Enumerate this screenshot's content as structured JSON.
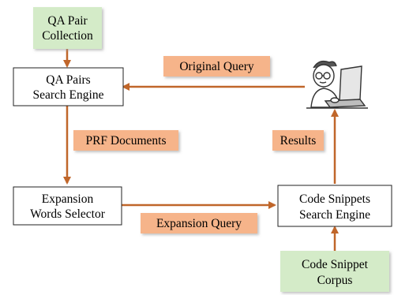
{
  "nodes": {
    "qa_pair_collection": {
      "line1": "QA Pair",
      "line2": "Collection"
    },
    "qa_pairs_search_engine": {
      "line1": "QA Pairs",
      "line2": "Search Engine"
    },
    "expansion_words_selector": {
      "line1": "Expansion",
      "line2": "Words Selector"
    },
    "code_snippets_search_engine": {
      "line1": "Code Snippets",
      "line2": "Search Engine"
    },
    "code_snippet_corpus": {
      "line1": "Code Snippet",
      "line2": "Corpus"
    },
    "user": {
      "icon": "user-at-laptop-icon"
    }
  },
  "edge_labels": {
    "original_query": "Original Query",
    "prf_documents": "PRF Documents",
    "results": "Results",
    "expansion_query": "Expansion Query"
  },
  "colors": {
    "source_box_fill": "#d4ebc8",
    "label_fill": "#f6b48a",
    "arrow": "#c0662a",
    "box_border": "#222222"
  }
}
